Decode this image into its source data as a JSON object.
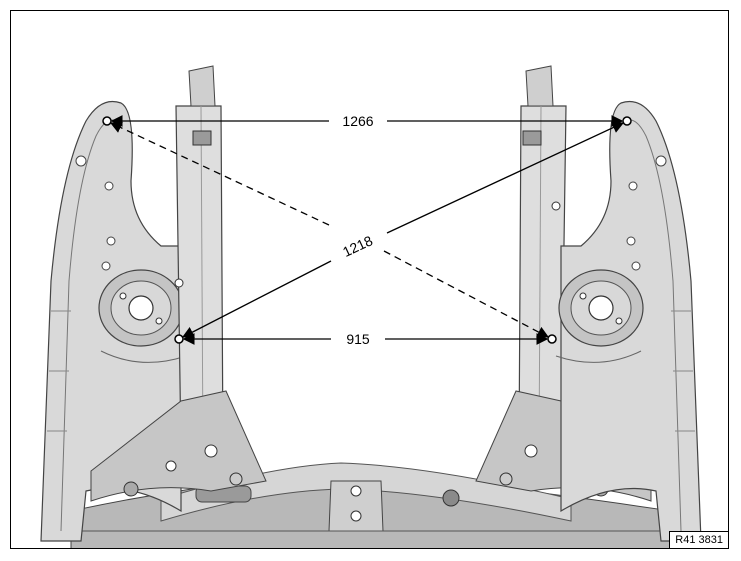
{
  "figure": {
    "reference_code": "R41 3831"
  },
  "dimensions": [
    {
      "id": "front-width",
      "label": "1266",
      "style": "solid"
    },
    {
      "id": "diagonal",
      "label": "1218",
      "style": "dashed-and-solid"
    },
    {
      "id": "rear-width",
      "label": "915",
      "style": "solid"
    }
  ],
  "colors": {
    "metal_light": "#dcdcdc",
    "metal_mid": "#bdbdbd",
    "metal_dark": "#8a8a8a",
    "line": "#000000",
    "background": "#ffffff"
  }
}
